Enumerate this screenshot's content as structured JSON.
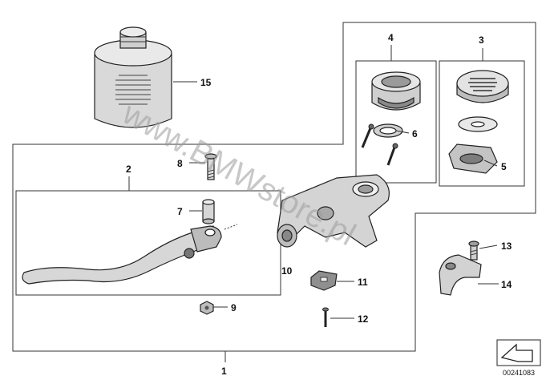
{
  "diagram": {
    "callouts": [
      "1",
      "2",
      "3",
      "4",
      "5",
      "6",
      "7",
      "8",
      "9",
      "10",
      "11",
      "12",
      "13",
      "14",
      "15"
    ],
    "document_number": "00241083",
    "watermark": "www.BMWstore.pl",
    "colors": {
      "line": "#333333",
      "part_fill": "#d8d8d8",
      "part_dark": "#8a8a8a",
      "background": "#ffffff"
    }
  }
}
